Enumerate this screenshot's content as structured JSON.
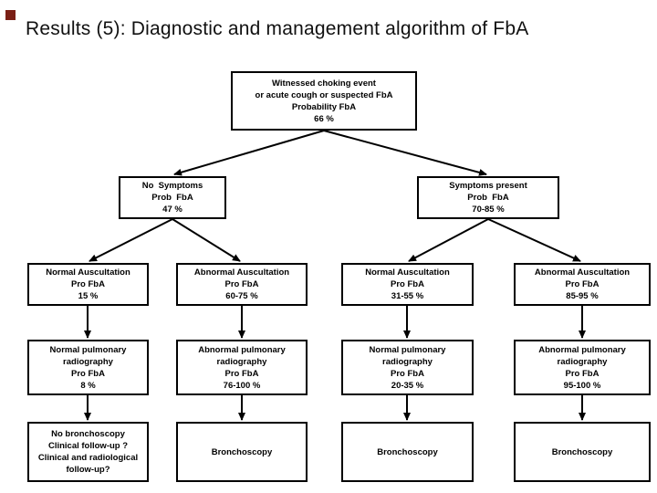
{
  "slide": {
    "title": "Results (5): Diagnostic and management algorithm of FbA",
    "accent_color": "#7a1f15"
  },
  "flowchart": {
    "root": {
      "text": "Witnessed choking event\nor acute cough or suspected FbA\nProbability FbA\n66 %"
    },
    "level2": [
      {
        "text": "No  Symptoms\nProb  FbA\n47 %"
      },
      {
        "text": "Symptoms present\nProb  FbA\n70-85 %"
      }
    ],
    "level3": [
      {
        "text": "Normal Auscultation\nPro FbA\n15 %"
      },
      {
        "text": "Abnormal Auscultation\nPro FbA\n60-75 %"
      },
      {
        "text": "Normal Auscultation\nPro FbA\n31-55 %"
      },
      {
        "text": "Abnormal Auscultation\nPro FbA\n85-95 %"
      }
    ],
    "level4": [
      {
        "text": "Normal pulmonary\nradiography\nPro FbA\n8 %"
      },
      {
        "text": "Abnormal pulmonary\nradiography\nPro FbA\n76-100 %"
      },
      {
        "text": "Normal pulmonary\nradiography\nPro FbA\n20-35 %"
      },
      {
        "text": "Abnormal pulmonary\nradiography\nPro FbA\n95-100 %"
      }
    ],
    "level5": [
      {
        "text": "No bronchoscopy\nClinical follow-up ?\nClinical and radiological\nfollow-up?"
      },
      {
        "text": "Bronchoscopy"
      },
      {
        "text": "Bronchoscopy"
      },
      {
        "text": "Bronchoscopy"
      }
    ]
  }
}
